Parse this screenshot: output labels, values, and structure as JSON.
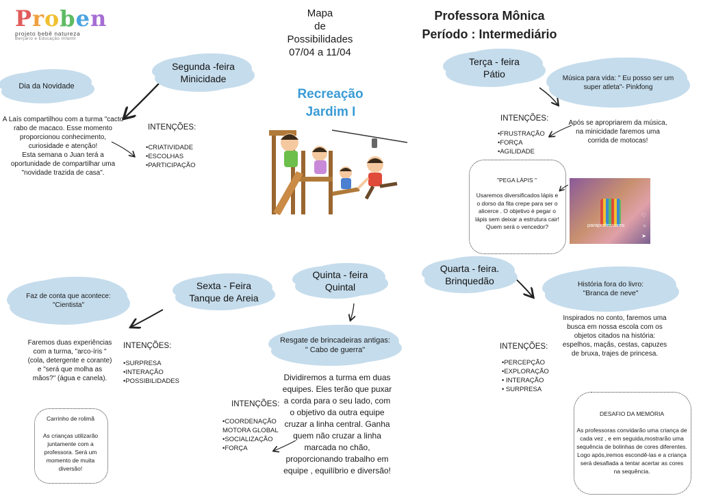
{
  "logo": {
    "letters": [
      "P",
      "r",
      "o",
      "b",
      "e",
      "n"
    ],
    "colors": [
      "#e05c5c",
      "#f0a040",
      "#f0c030",
      "#5dbb63",
      "#4aa3df",
      "#a66dd4"
    ],
    "tagline": "projeto bebê natureza",
    "subtagline": "Berçário e Educação Infantil"
  },
  "header": {
    "mapa_line1": "Mapa",
    "mapa_line2": "de",
    "mapa_line3": "Possibilidades",
    "mapa_line4": "07/04 a 11/04",
    "teacher": "Professora Mônica",
    "period": "Período : Intermediário"
  },
  "center": {
    "recreacao": "Recreação",
    "class": "Jardim I",
    "accent": "#3a9bd5"
  },
  "monday": {
    "day_line1": "Segunda -feira",
    "day_line2": "Minicidade",
    "activity": "Dia da Novidade",
    "description": "A Laís compartilhou com a turma \"cacto rabo de macaco. Esse momento proporcionou conhecimento, curiosidade e atenção!\nEsta semana o Juan terá a oportunidade de compartilhar uma \"novidade trazida de casa\".",
    "intent_title": "INTENÇÕES:",
    "intents": [
      "•CRIATIVIDADE",
      "•ESCOLHAS",
      "•PARTICIPAÇÃO"
    ]
  },
  "tuesday": {
    "day_line1": "Terça - feira",
    "day_line2": "Pátio",
    "activity": "Música para vida: \" Eu posso ser um super atleta\"- Pinkfong",
    "description": "Após se apropriarem da música, na minicidade faremos uma corrida de motocas!",
    "intent_title": "INTENÇÕES:",
    "intents": [
      "•FRUSTRAÇÃO",
      "•FORÇA",
      "•AGILIDADE"
    ],
    "box_title": "\"PEGA LÁPIS \"",
    "box_text": "Usaremos diversificados lápis e o dorso da fita crepe para ser o alicerce . O objetivo é pegar o lápis  sem deixar a estrutura cair!\nQuem será o vencedor?",
    "photo_caption": "paraprofessores"
  },
  "wednesday": {
    "day_line1": "Quarta - feira.",
    "day_line2": "Brinquedão",
    "activity_line1": "História fora do livro:",
    "activity_line2": "\"Branca de neve\"",
    "description": "Inspirados no conto, faremos uma busca em nossa escola com os objetos citados na história: espelhos, maçãs, cestas, capuzes de bruxa, trajes de princesa.",
    "intent_title": "INTENÇÕES:",
    "intents": [
      "•PERCEPÇÃO",
      "•EXPLORAÇÃO",
      "• INTERAÇÃO",
      "• SURPRESA"
    ],
    "box_title": "DESAFIO DA MEMÓRIA",
    "box_text": "As professoras convidarão uma criança de cada vez , e em seguida,mostrarão uma sequência de bolinhas de cores diferentes. Logo após,iremos escondê-las e a criança será desafiada a tentar acertar as cores na sequência."
  },
  "thursday": {
    "day_line1": "Quinta - feira",
    "day_line2": "Quintal",
    "activity": "Resgate de brincadeiras antigas: \" Cabo de guerra\"",
    "description": "Dividiremos a turma em duas equipes. Eles terão que puxar a corda para o seu lado, com o objetivo da outra equipe cruzar a linha central. Ganha quem não cruzar a linha marcada no chão, proporcionando trabalho em equipe , equilíbrio e diversão!",
    "intent_title": "INTENÇÕES:",
    "intents": [
      "•COORDENAÇÃO",
      "MOTORA GLOBAL",
      "•SOCIALIZAÇÃO",
      "•FORÇA"
    ]
  },
  "friday": {
    "day_line1": "Sexta - Feira",
    "day_line2": "Tanque de Areia",
    "activity_line1": "Faz de conta que acontece:",
    "activity_line2": "\"Cientista\"",
    "description": "Faremos duas experiências com a turma, \"arco-íris \" (cola, detergente e corante) e \"será que molha as mãos?\" (água e canela).",
    "intent_title": "INTENÇÕES:",
    "intents": [
      "•SURPRESA",
      "•INTERAÇÃO",
      "•POSSIBILIDADES"
    ],
    "box_title": "Carrinho de rolimã",
    "box_text": "As crianças utilizarão juntamente com a professora. Será um momento de muita diversão!"
  }
}
